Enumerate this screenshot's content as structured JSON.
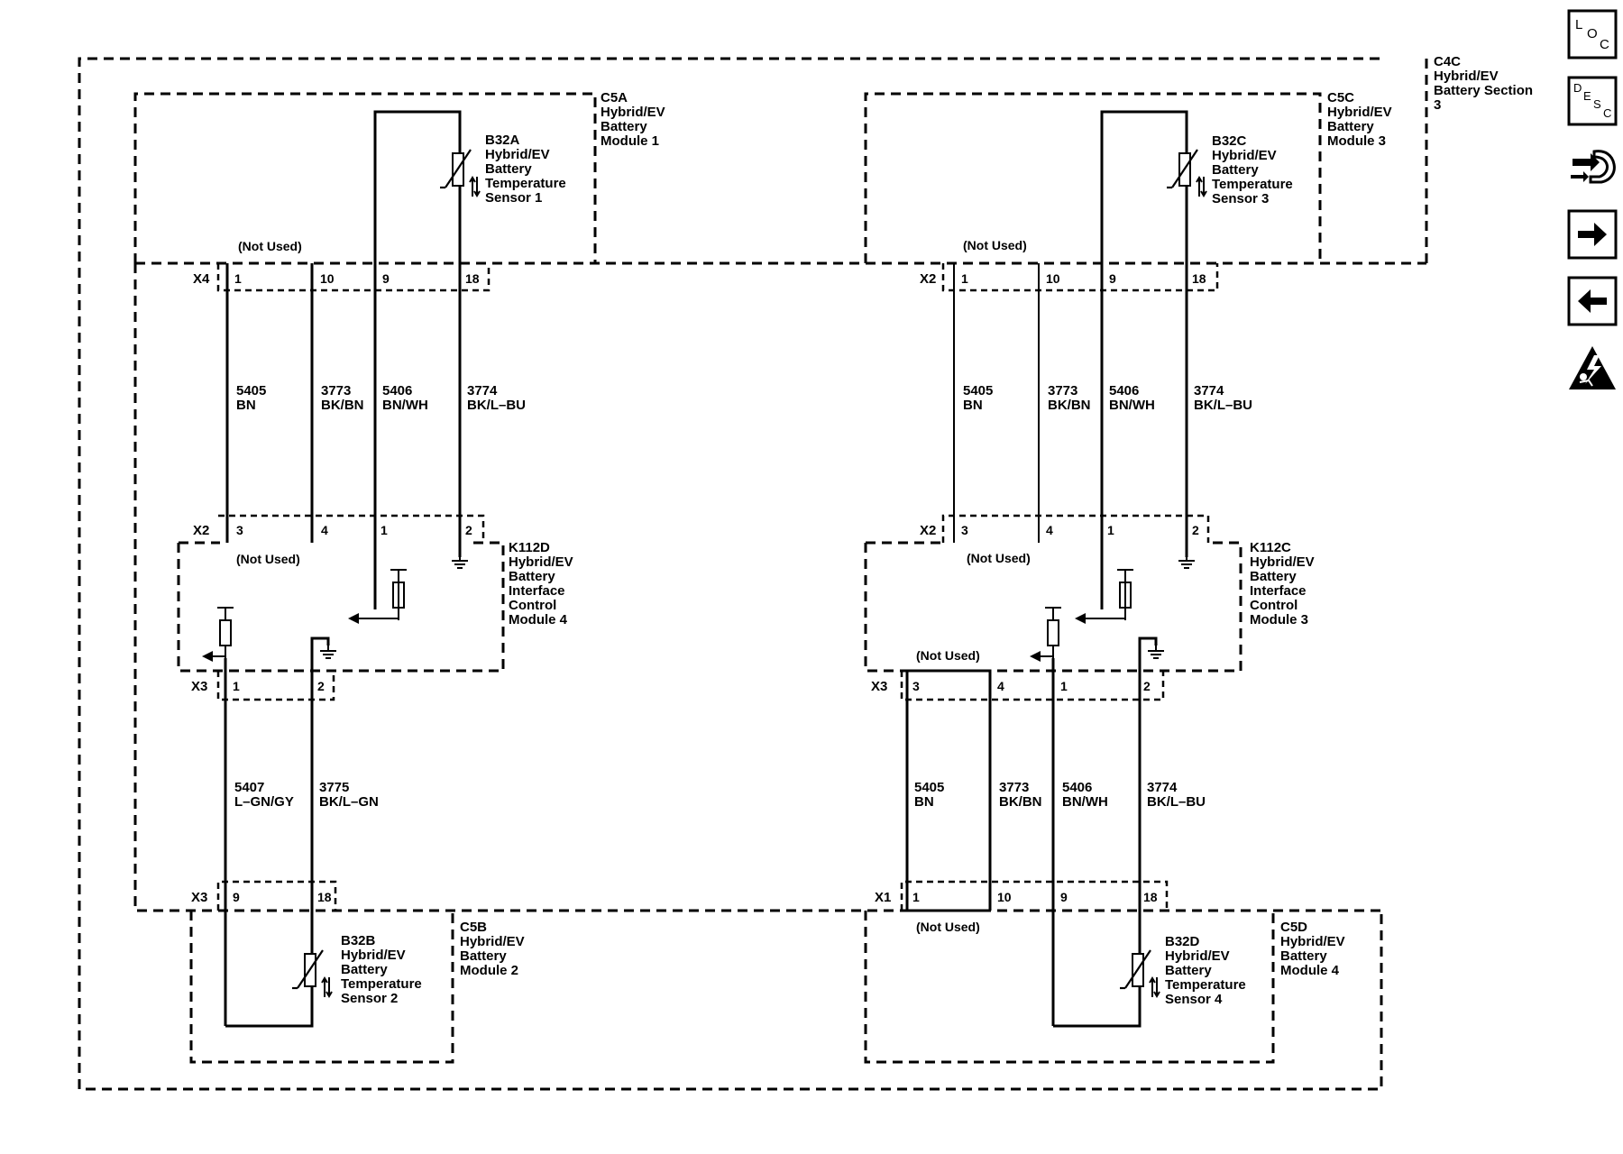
{
  "section": {
    "id": "C4C",
    "lines": [
      "Hybrid/EV",
      "Battery Section",
      "3"
    ]
  },
  "modules": {
    "c5a": {
      "id": "C5A",
      "lines": [
        "Hybrid/EV",
        "Battery",
        "Module 1"
      ]
    },
    "c5b": {
      "id": "C5B",
      "lines": [
        "Hybrid/EV",
        "Battery",
        "Module 2"
      ]
    },
    "c5c": {
      "id": "C5C",
      "lines": [
        "Hybrid/EV",
        "Battery",
        "Module 3"
      ]
    },
    "c5d": {
      "id": "C5D",
      "lines": [
        "Hybrid/EV",
        "Battery",
        "Module 4"
      ]
    }
  },
  "sensors": {
    "b32a": {
      "id": "B32A",
      "lines": [
        "Hybrid/EV",
        "Battery",
        "Temperature",
        "Sensor 1"
      ]
    },
    "b32b": {
      "id": "B32B",
      "lines": [
        "Hybrid/EV",
        "Battery",
        "Temperature",
        "Sensor 2"
      ]
    },
    "b32c": {
      "id": "B32C",
      "lines": [
        "Hybrid/EV",
        "Battery",
        "Temperature",
        "Sensor 3"
      ]
    },
    "b32d": {
      "id": "B32D",
      "lines": [
        "Hybrid/EV",
        "Battery",
        "Temperature",
        "Sensor 4"
      ]
    }
  },
  "controllers": {
    "k112d": {
      "id": "K112D",
      "lines": [
        "Hybrid/EV",
        "Battery",
        "Interface",
        "Control",
        "Module 4"
      ]
    },
    "k112c": {
      "id": "K112C",
      "lines": [
        "Hybrid/EV",
        "Battery",
        "Interface",
        "Control",
        "Module 3"
      ]
    }
  },
  "not_used": "(Not Used)",
  "connectors": {
    "left_top": "X4",
    "left_mid": "X2",
    "left_low": "X3",
    "left_bottom": "X3",
    "right_top": "X2",
    "right_mid": "X2",
    "right_low": "X3",
    "right_bottom": "X1"
  },
  "pins": {
    "left_top": [
      "1",
      "10",
      "9",
      "18"
    ],
    "left_mid": [
      "3",
      "4",
      "1",
      "2"
    ],
    "left_low": [
      "1",
      "2"
    ],
    "left_bottom": [
      "9",
      "18"
    ],
    "right_top": [
      "1",
      "10",
      "9",
      "18"
    ],
    "right_mid": [
      "3",
      "4",
      "1",
      "2"
    ],
    "right_low": [
      "3",
      "4",
      "1",
      "2"
    ],
    "right_bottom": [
      "1",
      "10",
      "9",
      "18"
    ]
  },
  "wires": {
    "left_upper": [
      {
        "circuit": "5405",
        "color": "BN"
      },
      {
        "circuit": "3773",
        "color": "BK/BN"
      },
      {
        "circuit": "5406",
        "color": "BN/WH"
      },
      {
        "circuit": "3774",
        "color": "BK/L–BU"
      }
    ],
    "right_upper": [
      {
        "circuit": "5405",
        "color": "BN"
      },
      {
        "circuit": "3773",
        "color": "BK/BN"
      },
      {
        "circuit": "5406",
        "color": "BN/WH"
      },
      {
        "circuit": "3774",
        "color": "BK/L–BU"
      }
    ],
    "left_lower": [
      {
        "circuit": "5407",
        "color": "L–GN/GY"
      },
      {
        "circuit": "3775",
        "color": "BK/L–GN"
      }
    ],
    "right_lower": [
      {
        "circuit": "5405",
        "color": "BN"
      },
      {
        "circuit": "3773",
        "color": "BK/BN"
      },
      {
        "circuit": "5406",
        "color": "BN/WH"
      },
      {
        "circuit": "3774",
        "color": "BK/L–BU"
      }
    ]
  },
  "sidebar": [
    {
      "name": "location-button",
      "icon": "loc-icon",
      "letters": [
        "L",
        "O",
        "C"
      ]
    },
    {
      "name": "description-button",
      "icon": "desc-icon",
      "letters": [
        "D",
        "E",
        "S",
        "C"
      ]
    },
    {
      "name": "connector-end-view-button",
      "icon": "connector-hand-icon"
    },
    {
      "name": "next-page-button",
      "icon": "arrow-right-icon"
    },
    {
      "name": "previous-page-button",
      "icon": "arrow-left-icon"
    },
    {
      "name": "high-voltage-warning",
      "icon": "high-voltage-warning-icon"
    }
  ]
}
